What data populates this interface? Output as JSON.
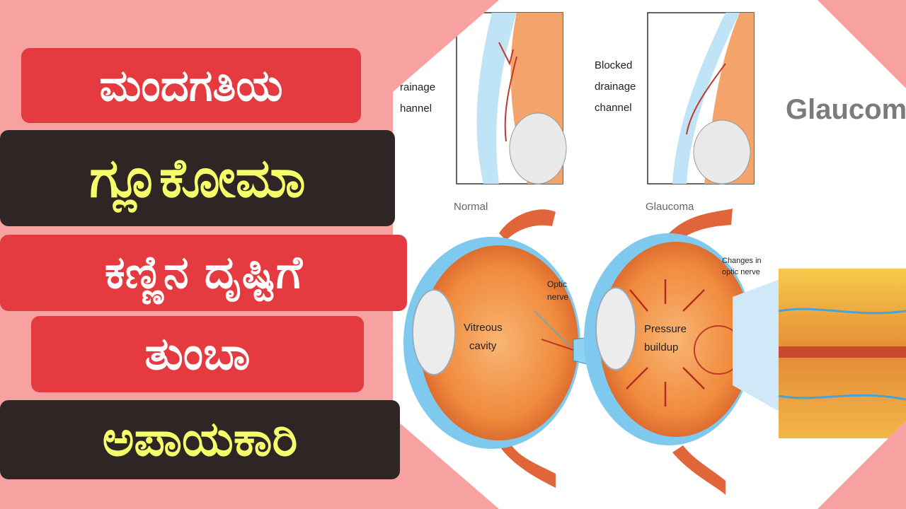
{
  "headline": {
    "line1": "ಮಂದಗತಿಯ",
    "line2": "ಗ್ಲೂಕೋಮಾ",
    "line3": "ಕಣ್ಣಿನ ದೃಷ್ಟಿಗೆ",
    "line4": "ತುಂಬಾ",
    "line5": "ಅಪಾಯಕಾರಿ"
  },
  "diagram": {
    "title": "Glaucom",
    "normal_inset_label": [
      "rainage",
      "hannel"
    ],
    "glaucoma_inset_label": [
      "Blocked",
      "drainage",
      "channel"
    ],
    "normal_caption": "Normal",
    "glaucoma_caption": "Glaucoma",
    "vitreous_label": [
      "Vitreous",
      "cavity"
    ],
    "optic_label": [
      "Optic",
      "nerve"
    ],
    "pressure_label": [
      "Pressure",
      "buildup"
    ],
    "changes_label": [
      "Changes in",
      "optic nerve"
    ]
  },
  "colors": {
    "background": "#f7a1a1",
    "red_box": "#e53a3f",
    "dark_box": "#2e2524",
    "yellow_text": "#f6ff6a"
  }
}
